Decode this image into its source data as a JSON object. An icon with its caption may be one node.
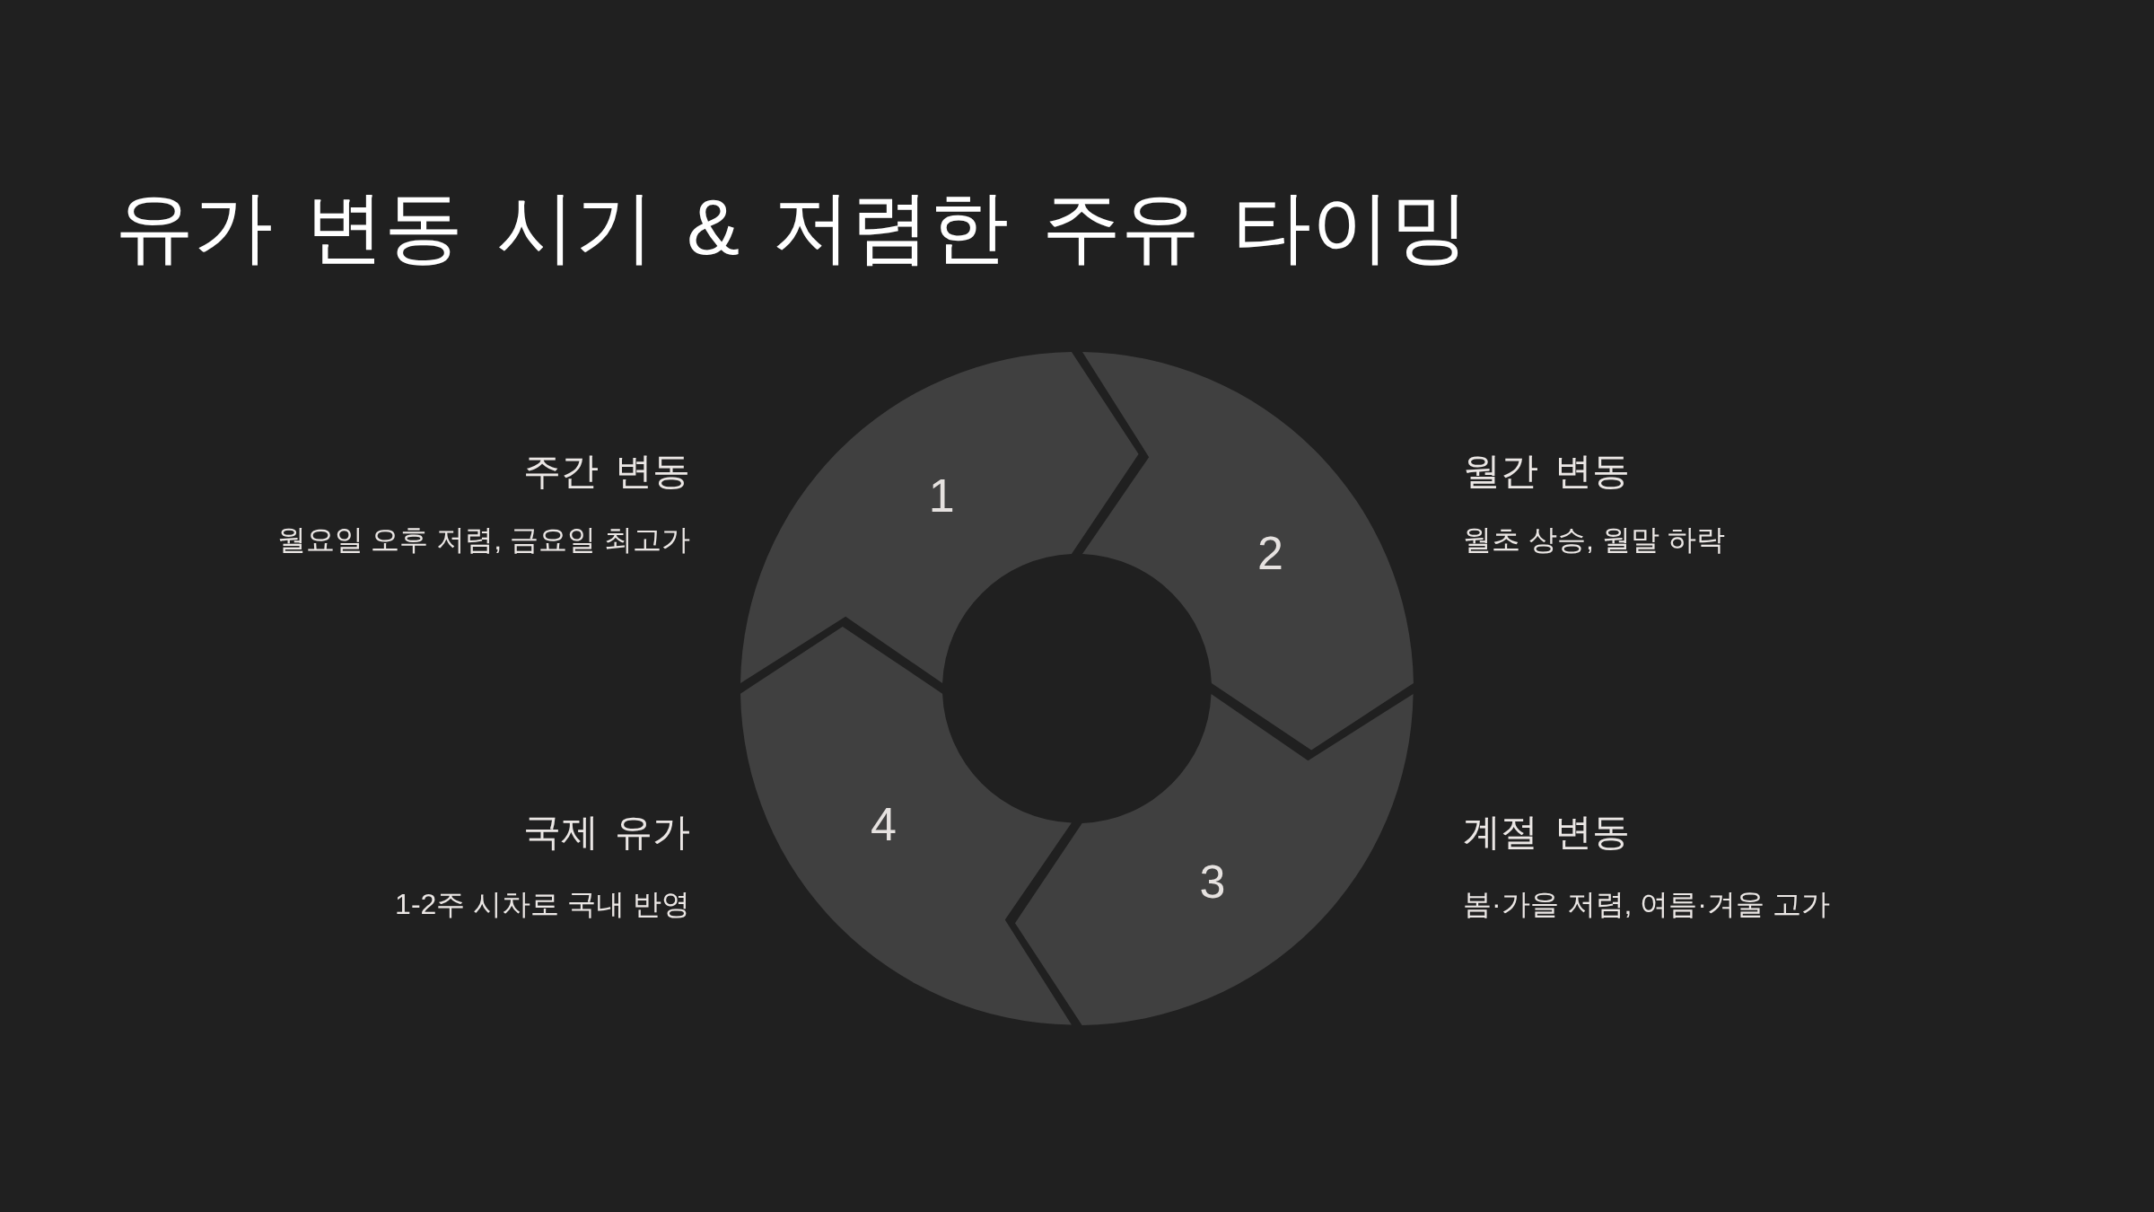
{
  "diagram": {
    "title": "유가 변동 시기 & 저렴한 주유 타이밍",
    "nodes": [
      {
        "text": [
          "1"
        ],
        "beside": [
          "주간 변동",
          "월요일 오후 저렴, 금요일 최고가"
        ]
      },
      {
        "text": [
          "2"
        ],
        "beside": [
          "월간 변동",
          "월초 상승, 월말 하락"
        ]
      },
      {
        "text": [
          "3"
        ],
        "beside": [
          "계절 변동",
          "봄·가을 저렴, 여름·겨울 고가"
        ]
      },
      {
        "text": [
          "4"
        ],
        "beside": [
          "국제 유가",
          "1-2주 시차로 국내 반영"
        ]
      }
    ]
  }
}
